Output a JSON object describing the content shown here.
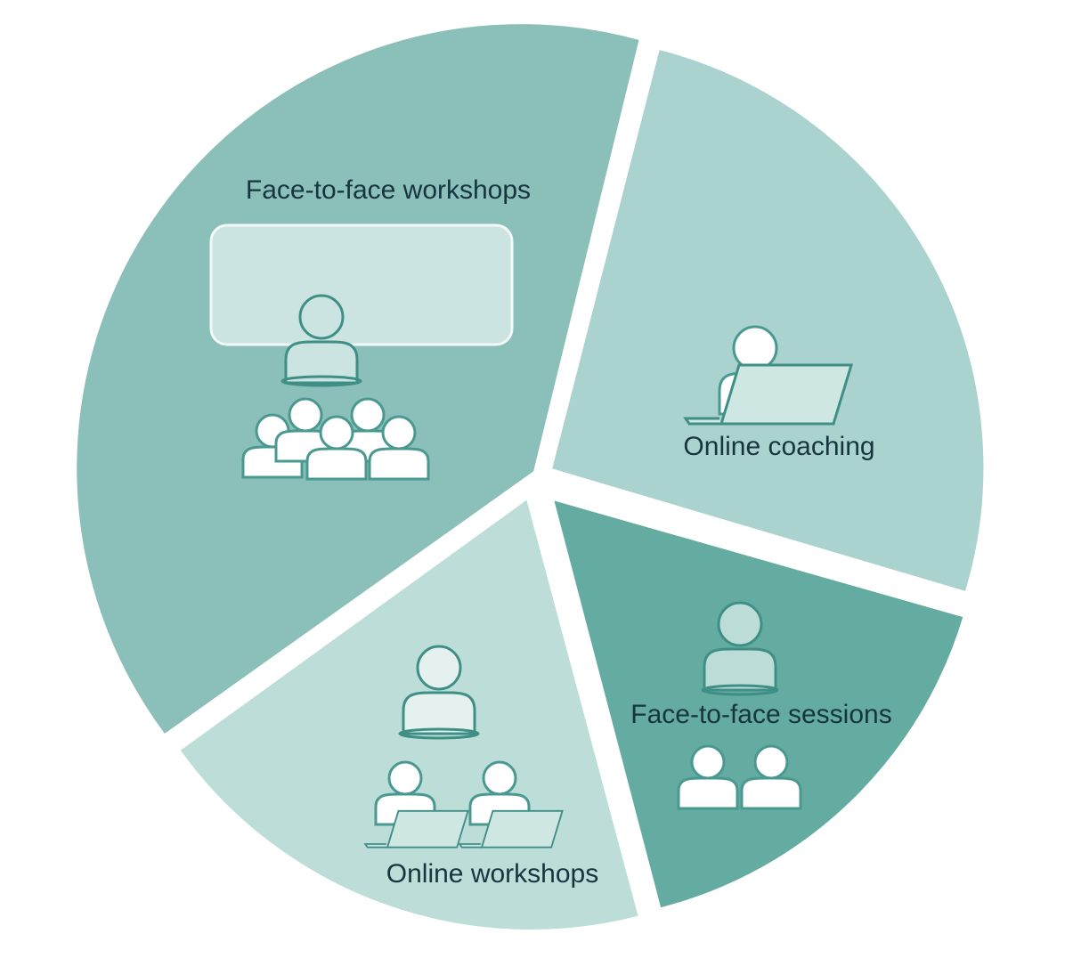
{
  "segments": [
    {
      "id": "face-to-face-workshops",
      "label": "Face-to-face workshops",
      "color": "#8bbfb9",
      "icon": "presenter-and-audience-icon"
    },
    {
      "id": "online-coaching",
      "label": "Online coaching",
      "color": "#aad2ce",
      "icon": "person-with-laptop-icon"
    },
    {
      "id": "face-to-face-sessions",
      "label": "Face-to-face sessions",
      "color": "#64aba1",
      "icon": "coach-and-pair-icon"
    },
    {
      "id": "online-workshops",
      "label": "Online workshops",
      "color": "#bcddd8",
      "icon": "trainer-and-laptop-learners-icon"
    }
  ],
  "colors": {
    "icon_fill": "#e4f1ef",
    "icon_stroke": "#ffffff",
    "label_text": "#17353f",
    "separator": "#ffffff"
  }
}
